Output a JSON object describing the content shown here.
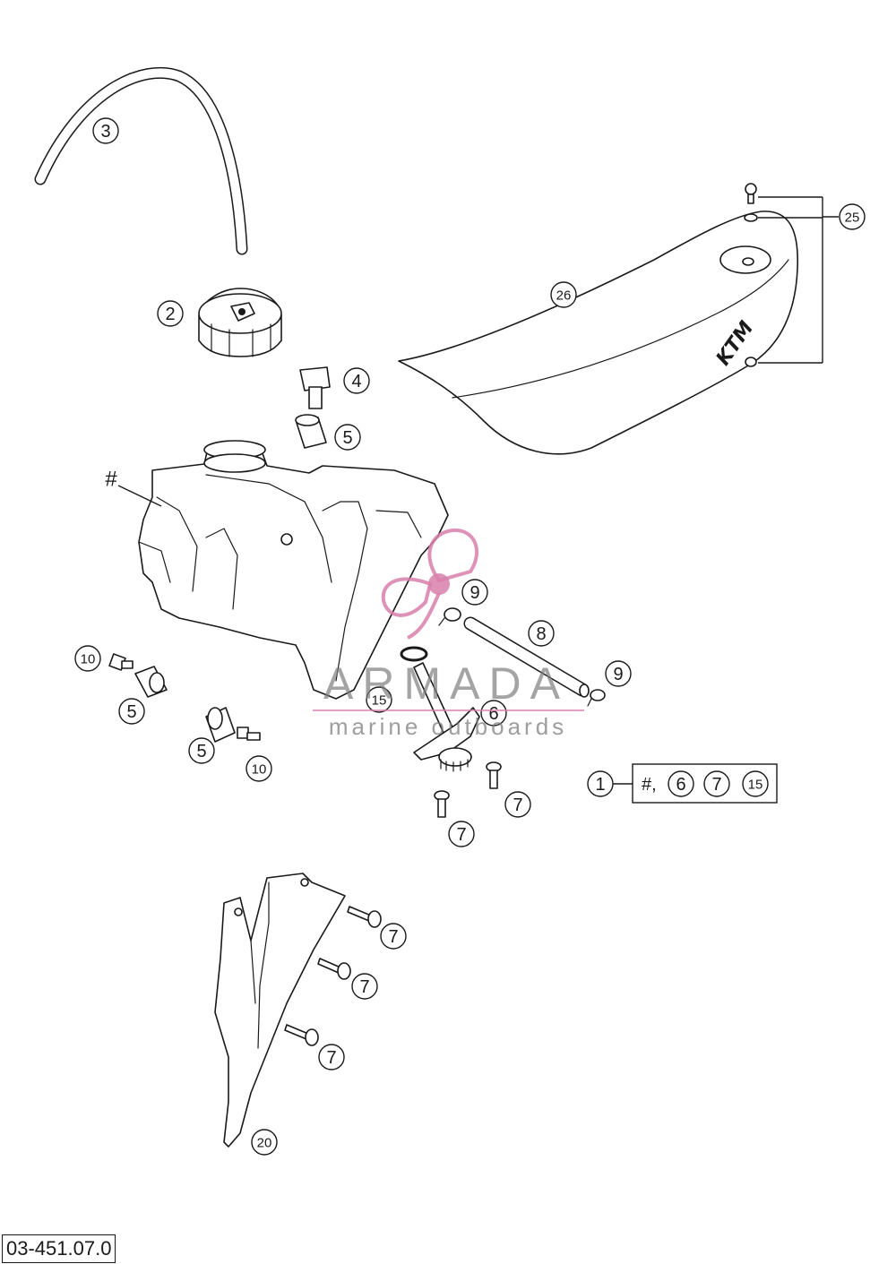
{
  "diagram": {
    "callouts": {
      "c3": "3",
      "c2": "2",
      "c4": "4",
      "c5a": "5",
      "c26": "26",
      "c25": "25",
      "c9a": "9",
      "c8": "8",
      "c9b": "9",
      "c10a": "10",
      "c5b": "5",
      "c5c": "5",
      "c10b": "10",
      "c15": "15",
      "c6": "6",
      "c7a": "7",
      "c7b": "7",
      "c1": "1",
      "c7c": "7",
      "c7d": "7",
      "c7e": "7",
      "c20": "20"
    },
    "tank_marker": "#",
    "kit": {
      "prefix": "#,",
      "items": [
        "6",
        "7",
        "15"
      ]
    },
    "seat_logo": "KTM",
    "reference_code": "03-451.07.0"
  },
  "watermark": {
    "name": "ARMADA",
    "tagline": "marine outboards"
  }
}
